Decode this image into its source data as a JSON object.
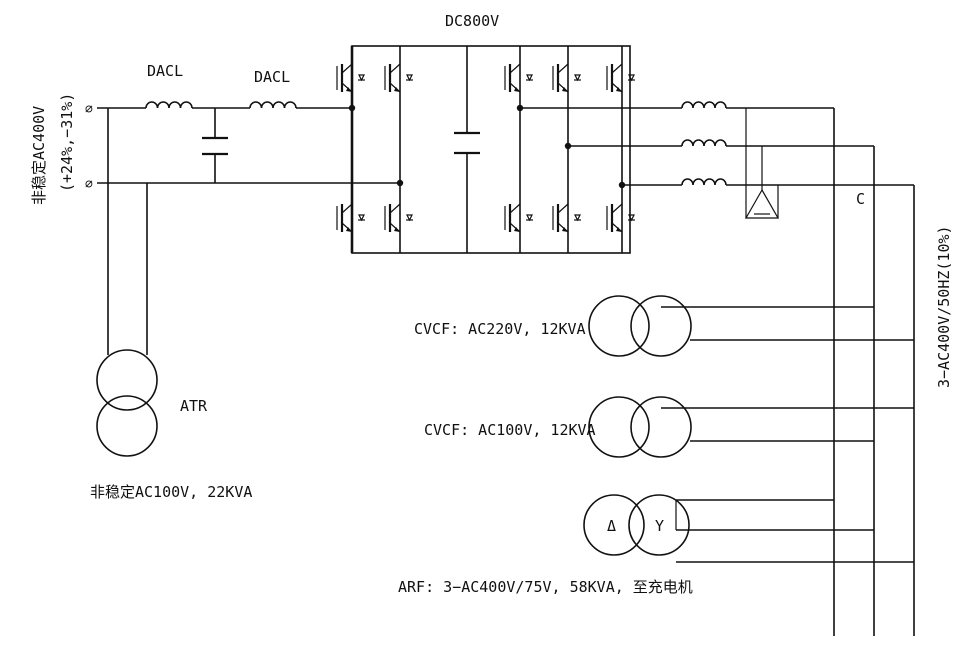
{
  "labels": {
    "dc_bus": "DC800V",
    "input_inductor_1": "DACL",
    "input_inductor_2": "DACL",
    "input_source_line1": "非稳定AC400V",
    "input_source_line2": "(+24%,−31%)",
    "phase_symbol": "∅",
    "output_phase_c": "C",
    "output_bus": "3−AC400V/50HZ(10%)",
    "atr_name": "ATR",
    "atr_output": "非稳定AC100V, 22KVA",
    "cvcf_220": "CVCF: AC220V, 12KVA",
    "cvcf_100": "CVCF: AC100V, 12KVA",
    "delta_symbol": "Δ",
    "wye_symbol": "Y",
    "arf": "ARF: 3−AC400V/75V, 58KVA, 至充电机"
  }
}
